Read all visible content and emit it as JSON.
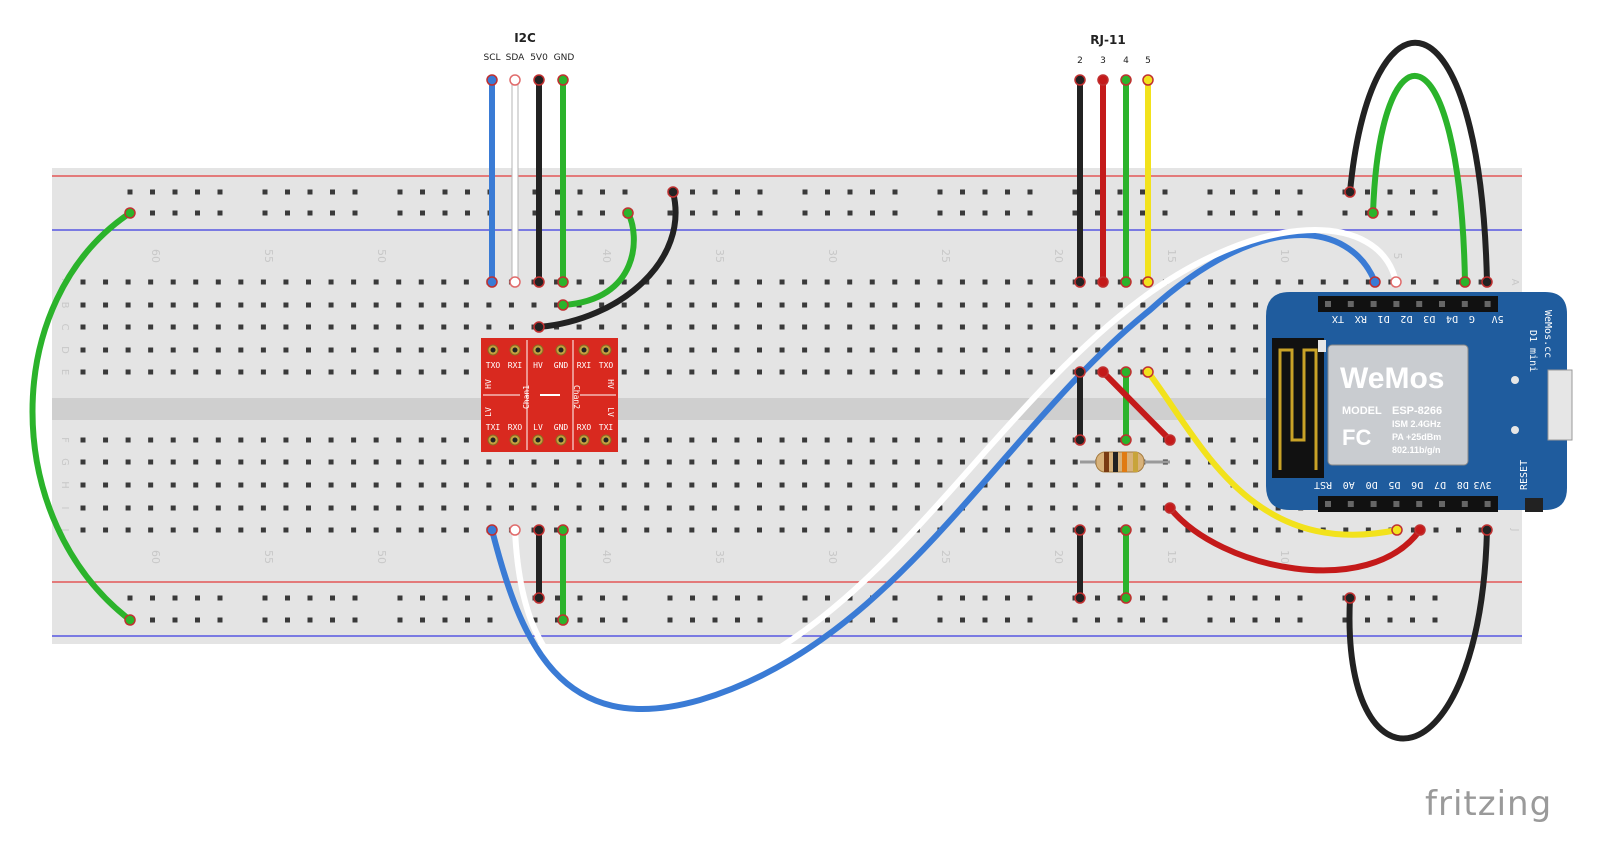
{
  "headers": {
    "i2c": {
      "title": "I2C",
      "pins": [
        "SCL",
        "SDA",
        "5V0",
        "GND"
      ]
    },
    "rj11": {
      "title": "RJ-11",
      "pins": [
        "2",
        "3",
        "4",
        "5"
      ]
    }
  },
  "breadboard": {
    "column_numbers_top": [
      "60",
      "55",
      "50",
      "40",
      "35",
      "30",
      "25",
      "20",
      "15",
      "10",
      "5"
    ],
    "column_numbers_bottom": [
      "60",
      "55",
      "50",
      "40",
      "35",
      "30",
      "25",
      "20",
      "15",
      "10"
    ],
    "row_labels_left": [
      "A",
      "B",
      "C",
      "D",
      "E",
      "F",
      "G",
      "H",
      "I",
      "J"
    ]
  },
  "level_shifter": {
    "top_labels": [
      "TXO",
      "RXI",
      "HV",
      "GND",
      "RXI",
      "TXO"
    ],
    "bottom_labels": [
      "TXI",
      "RXO",
      "LV",
      "GND",
      "RXO",
      "TXI"
    ],
    "side_left": "HV",
    "side_left_lv": "LV",
    "chan1": "Chan1",
    "chan2": "Chan2",
    "side_right": "HV",
    "side_right_lv": "LV"
  },
  "wemos": {
    "top_pins": [
      "TX",
      "RX",
      "D1",
      "D2",
      "D3",
      "D4",
      "G",
      "5V"
    ],
    "bottom_pins": [
      "RST",
      "A0",
      "D0",
      "D5",
      "D6",
      "D7",
      "D8",
      "3V3"
    ],
    "logo": "WeMos",
    "model_label": "MODEL",
    "model_value": "ESP-8266",
    "fcc": "FC",
    "spec1": "ISM 2.4GHz",
    "spec2": "PA +25dBm",
    "spec3": "802.11b/g/n",
    "side_title": "D1 mini",
    "side_url": "WeMos.cc",
    "reset_label": "RESET"
  },
  "watermark": "fritzing",
  "colors": {
    "board": "#e4e4e4",
    "rail_red": "#e23b3b",
    "rail_blue": "#3a3ae0",
    "wire_blue": "#3a7bd5",
    "wire_white": "#ffffff",
    "wire_black": "#222222",
    "wire_green": "#2bb32b",
    "wire_red": "#c41a1a",
    "wire_yellow": "#f2e21c",
    "level_shifter": "#d9291f",
    "wemos": "#1f5c9e"
  }
}
